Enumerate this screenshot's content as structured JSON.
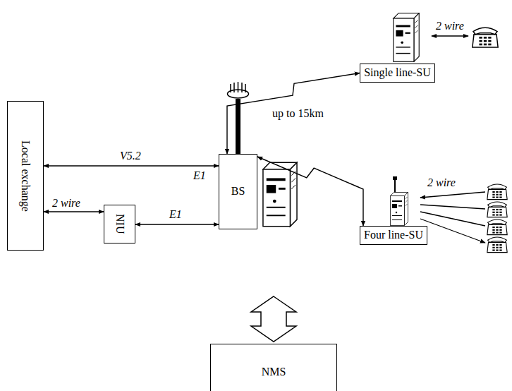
{
  "diagram": {
    "nodes": [
      {
        "text": [
          "Local exchange"
        ]
      },
      {
        "text": [
          "NIU"
        ]
      },
      {
        "text": [
          "BS"
        ]
      },
      {
        "text": [
          "Single line-SU"
        ]
      },
      {
        "text": [
          "Four line-SU"
        ]
      },
      {
        "text": [
          "NMS"
        ]
      }
    ],
    "edges": [
      {
        "from": 0,
        "to": 2,
        "arrow": "both",
        "label": "V5.2"
      },
      {
        "from": 0,
        "to": 1,
        "arrow": "both",
        "label": "2 wire"
      },
      {
        "from": 1,
        "to": 2,
        "arrow": "both",
        "label": "E1"
      },
      {
        "from": 2,
        "to": 3,
        "arrow": "both",
        "label": "up to 15km"
      },
      {
        "from": 2,
        "to": 4,
        "arrow": "both"
      }
    ],
    "labels": [
      "E1",
      "2 wire",
      "2 wire"
    ]
  }
}
